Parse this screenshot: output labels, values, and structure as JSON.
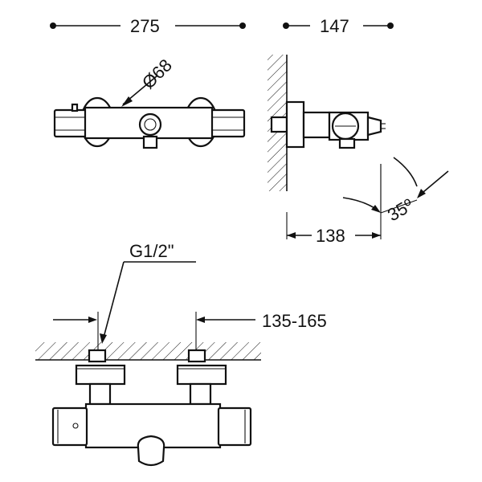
{
  "dimensions": {
    "width_top": "275",
    "depth_top": "147",
    "diameter": "Ø68",
    "projection": "138",
    "angle": "35º",
    "thread": "G1/2\"",
    "centers": "135-165"
  },
  "colors": {
    "line": "#111111",
    "background": "#ffffff"
  }
}
